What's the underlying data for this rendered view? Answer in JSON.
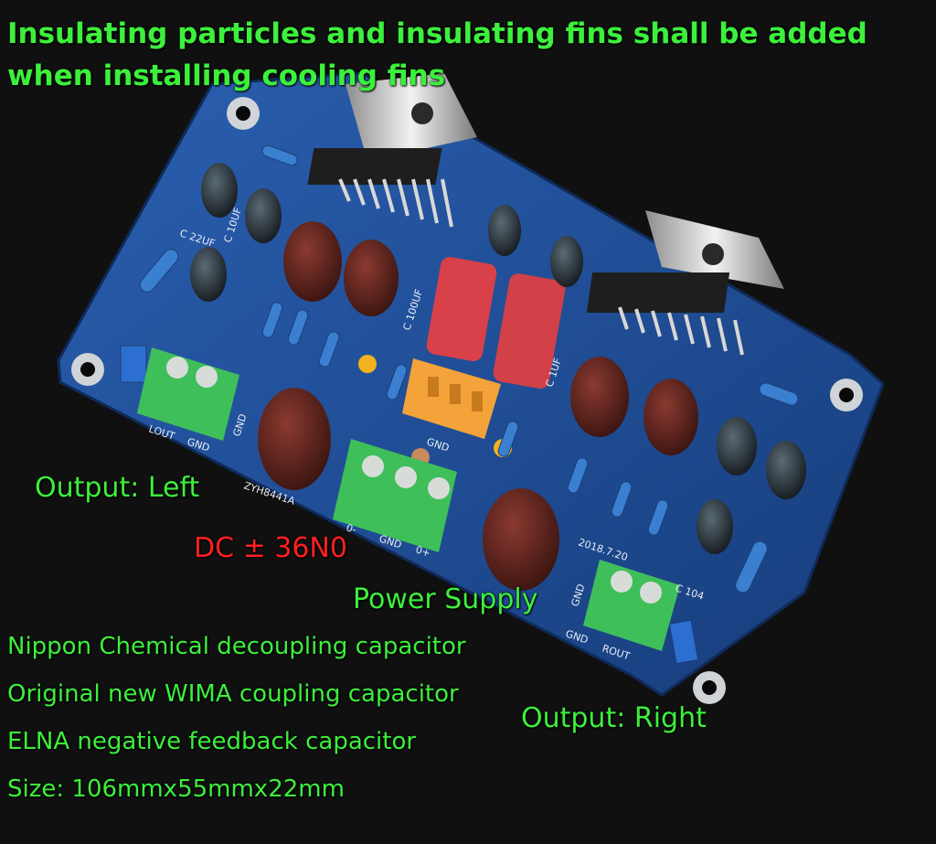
{
  "title": "Insulating particles and insulating fins shall be added when installing cooling fins",
  "labels": {
    "output_left": "Output: Left",
    "dc_supply": "DC ± 36N0",
    "power_supply": "Power Supply",
    "output_right": "Output: Right"
  },
  "specs": [
    "Nippon Chemical decoupling capacitor",
    "Original new WIMA coupling capacitor",
    "ELNA negative feedback capacitor",
    "Size: 106mmx55mmx22mm"
  ],
  "silkscreen": {
    "l_out": "LOUT",
    "gnd_left_a": "GND",
    "gnd_left_b": "GND",
    "v_minus": "0-",
    "v_gnd": "GND",
    "v_plus": "0+",
    "gnd_right_a": "GND",
    "gnd_right_b": "GND",
    "r_out": "ROUT",
    "board_id": "ZYH8441A",
    "date": "2018.7.20",
    "cap_22uf": "C 22UF",
    "cap_10uf": "C 10UF",
    "cap_100uf": "C 100UF",
    "cap_1uf": "C 1UF",
    "cap_104": "C 104",
    "gnd_center": "GND"
  },
  "colors": {
    "caption_green": "#3cf03c",
    "caption_red": "#ff2020",
    "board_blue": "#1f4f9a",
    "terminal_green": "#3fbf5a",
    "wima_red": "#d8404a"
  }
}
